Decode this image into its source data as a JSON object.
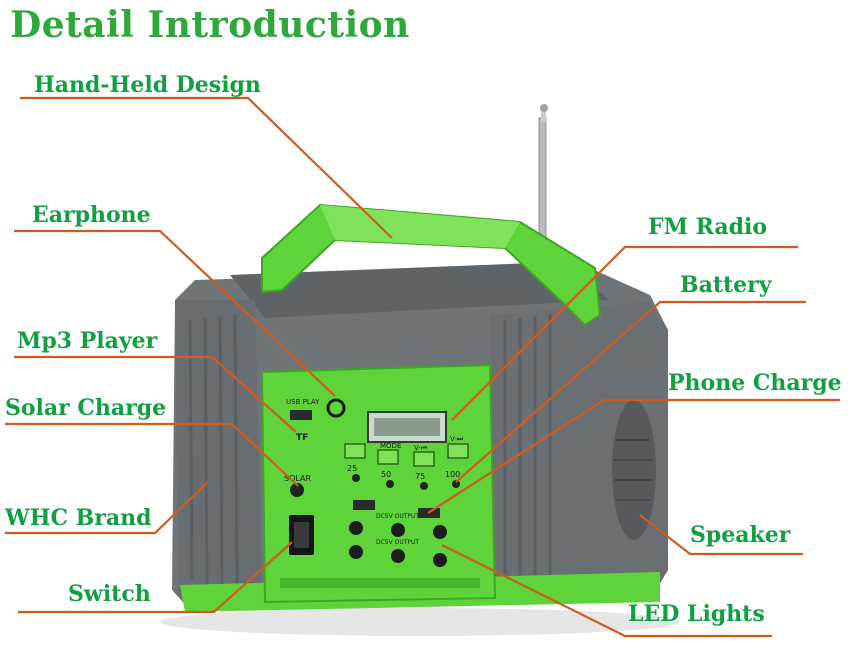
{
  "title": "Detail Introduction",
  "labels": {
    "hand_held": "Hand-Held Design",
    "earphone": "Earphone",
    "mp3": "Mp3 Player",
    "solar": "Solar Charge",
    "brand": "WHC Brand",
    "switch": "Switch",
    "fm": "FM Radio",
    "battery": "Battery",
    "phone": "Phone Charge",
    "speaker": "Speaker",
    "led": "LED Lights"
  },
  "panel_text": {
    "usb_play": "USB PLAY",
    "tf": "TF",
    "solar": "SOLAR",
    "mode": "MODE",
    "v_prev": "V-⏮",
    "v_next": "V-⏭",
    "p25": "25",
    "p50": "50",
    "p75": "75",
    "p100": "100",
    "dc_output_1": "DC5V OUTPUT",
    "dc_output_2": "DC5V OUTPUT"
  },
  "colors": {
    "heading": "#2fa83a",
    "label": "#0fa040",
    "leader": "#d35a1e",
    "body": "#6f7478",
    "accent": "#5fd33a"
  }
}
